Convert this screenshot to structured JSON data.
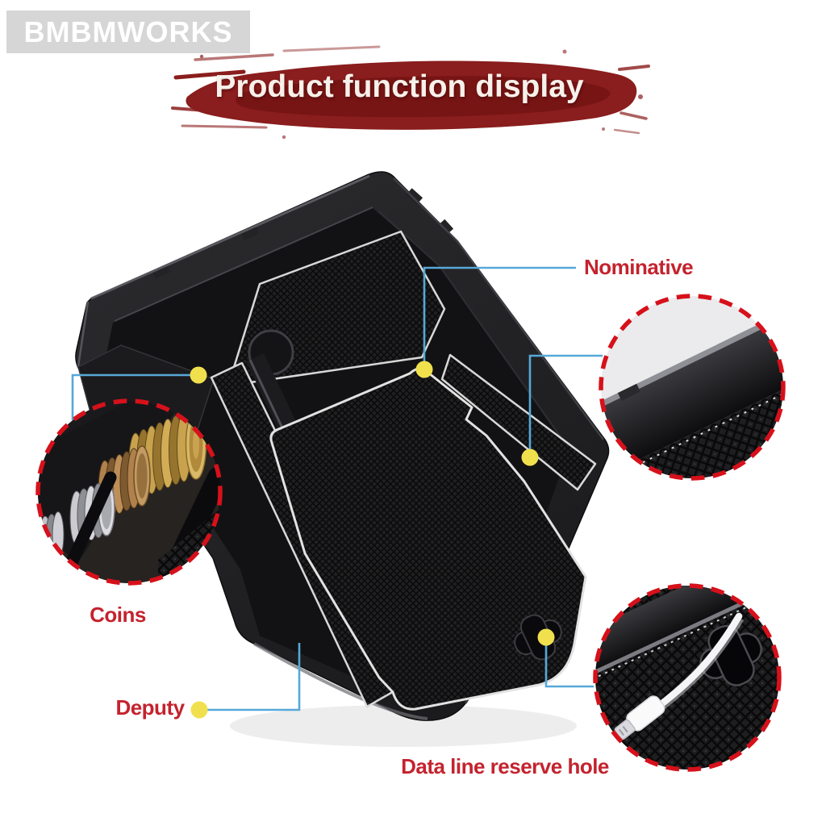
{
  "brand": {
    "logo_text": "BMBMWORKS"
  },
  "banner": {
    "title": "Product function display"
  },
  "callouts": [
    {
      "id": "nominative",
      "label": "Nominative"
    },
    {
      "id": "coins",
      "label": "Coins"
    },
    {
      "id": "deputy",
      "label": "Deputy"
    },
    {
      "id": "data_line",
      "label": "Data line reserve hole"
    }
  ],
  "insets": [
    {
      "id": "coins-magnifier",
      "shows": "stacked coins in tray slots"
    },
    {
      "id": "corner-magnifier",
      "shows": "rubber mat corner detail"
    },
    {
      "id": "data-line-magnifier",
      "shows": "usb cable in reserve hole"
    }
  ],
  "colors": {
    "background": "#ffffff",
    "label_red": "#c4232e",
    "banner_red": "#8a1d1d",
    "dash_red": "#d6111b",
    "connector_blue": "#57a8d8",
    "marker_yellow": "#f1e04d"
  }
}
